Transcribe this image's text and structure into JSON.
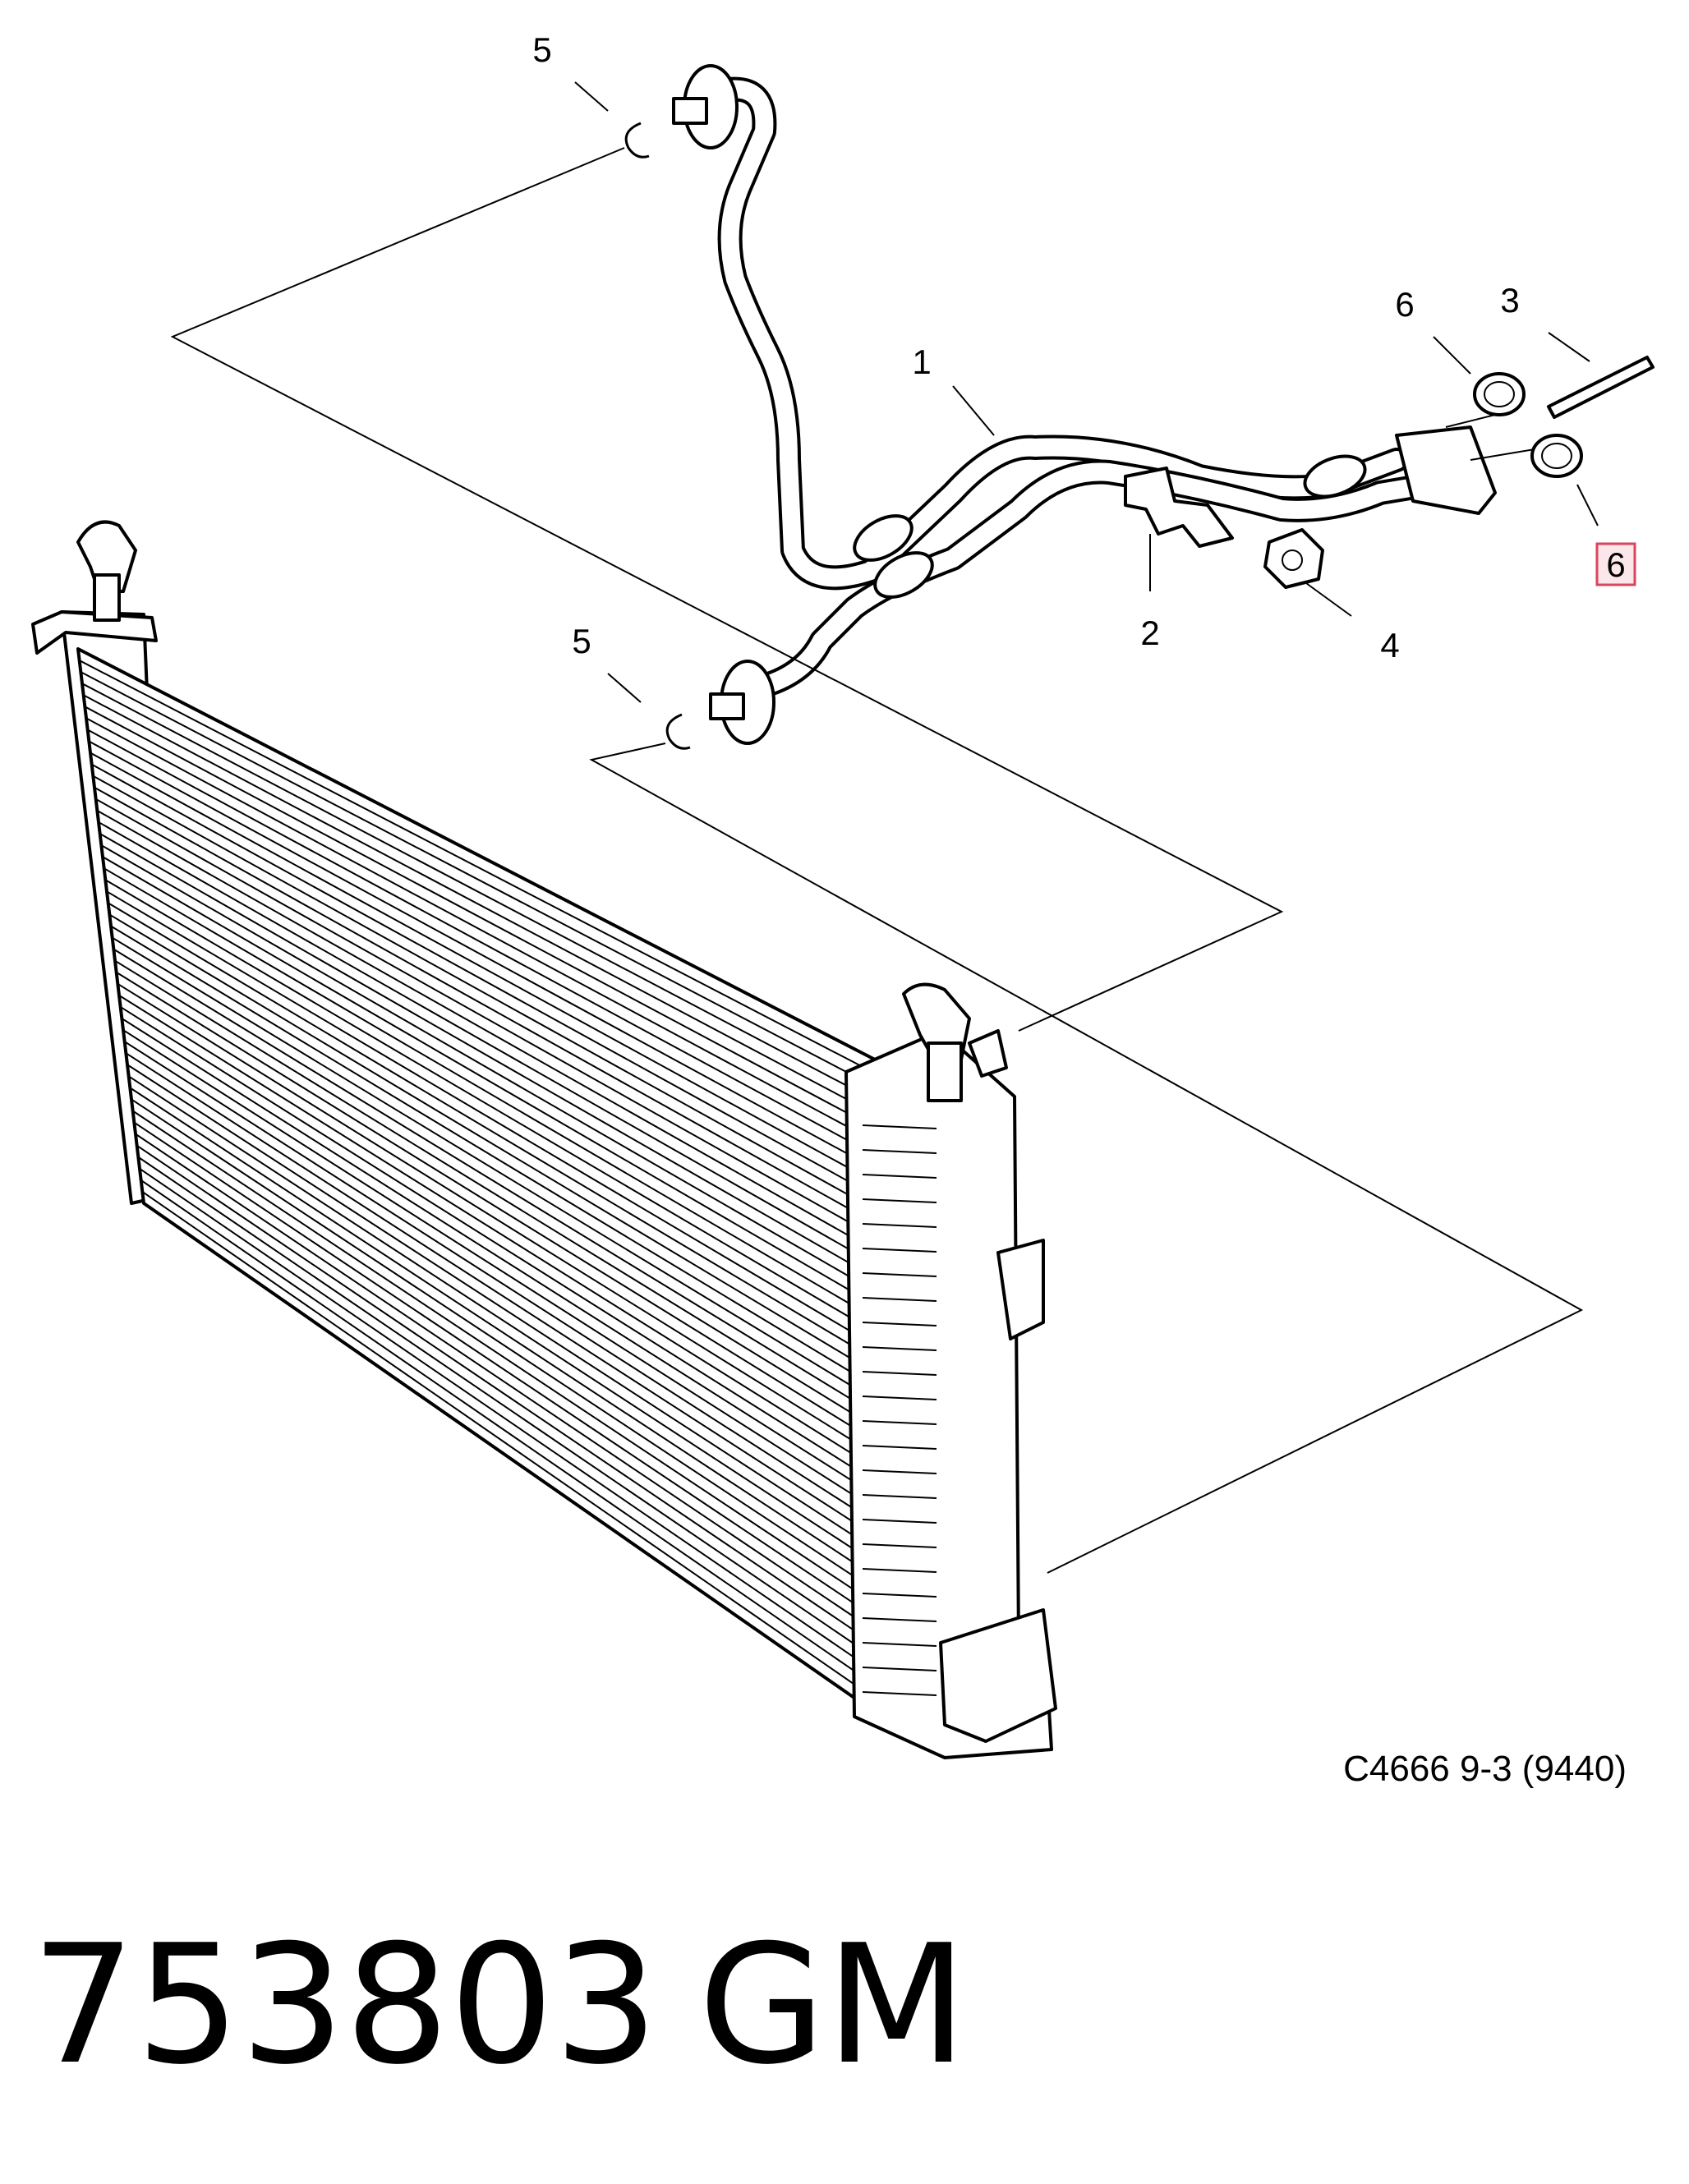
{
  "callouts": {
    "c1": "1",
    "c2": "2",
    "c3": "3",
    "c4": "4",
    "c5_top": "5",
    "c5_mid": "5",
    "c6_top": "6",
    "c6_highlight": "6"
  },
  "caption": "C4666 9-3 (9440)",
  "part_number": "753803",
  "brand": "GM",
  "colors": {
    "highlight_fill": "#fbe6ea",
    "highlight_border": "#d9455f"
  }
}
